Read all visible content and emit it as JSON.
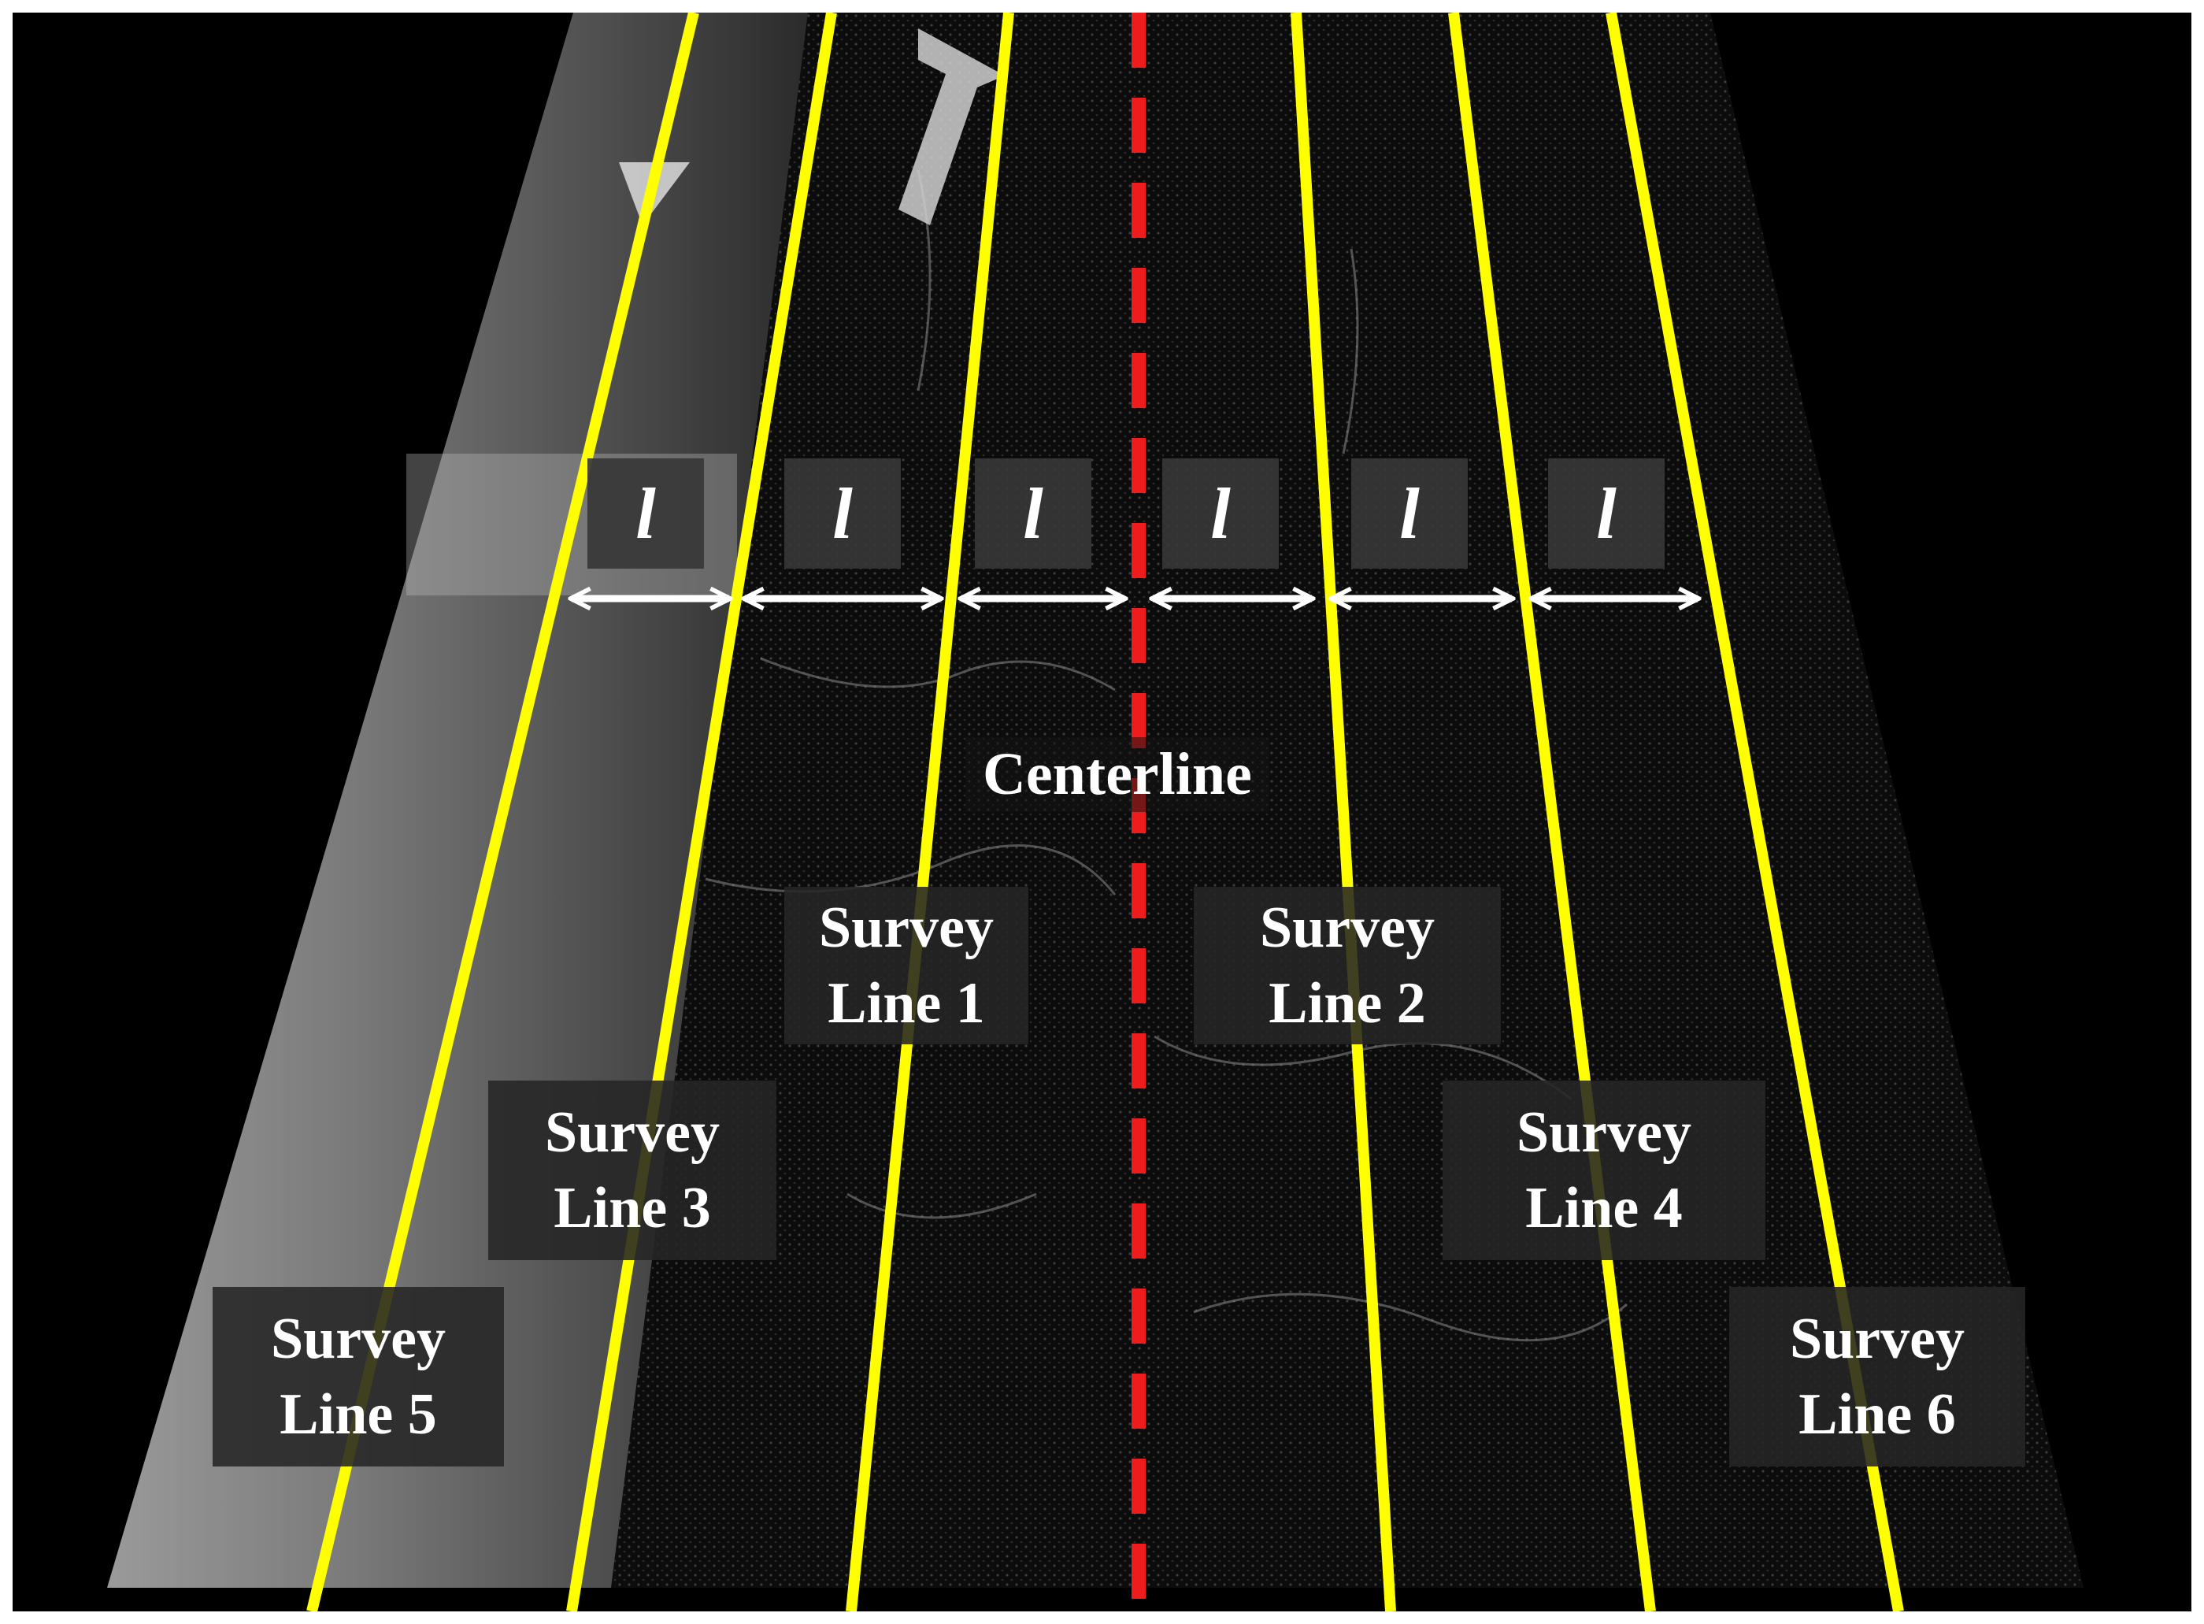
{
  "colors": {
    "survey_line": "#ffff00",
    "centerline": "#ee1c1c",
    "arrow": "#ffffff",
    "background": "#000000",
    "label_text": "#ffffff"
  },
  "spacing_symbol": "l",
  "centerline_label": "Centerline",
  "survey_lines": [
    {
      "id": 1,
      "word": "Survey",
      "line": "Line 1"
    },
    {
      "id": 2,
      "word": "Survey",
      "line": "Line 2"
    },
    {
      "id": 3,
      "word": "Survey",
      "line": "Line 3"
    },
    {
      "id": 4,
      "word": "Survey",
      "line": "Line 4"
    },
    {
      "id": 5,
      "word": "Survey",
      "line": "Line 5"
    },
    {
      "id": 6,
      "word": "Survey",
      "line": "Line 6"
    }
  ]
}
